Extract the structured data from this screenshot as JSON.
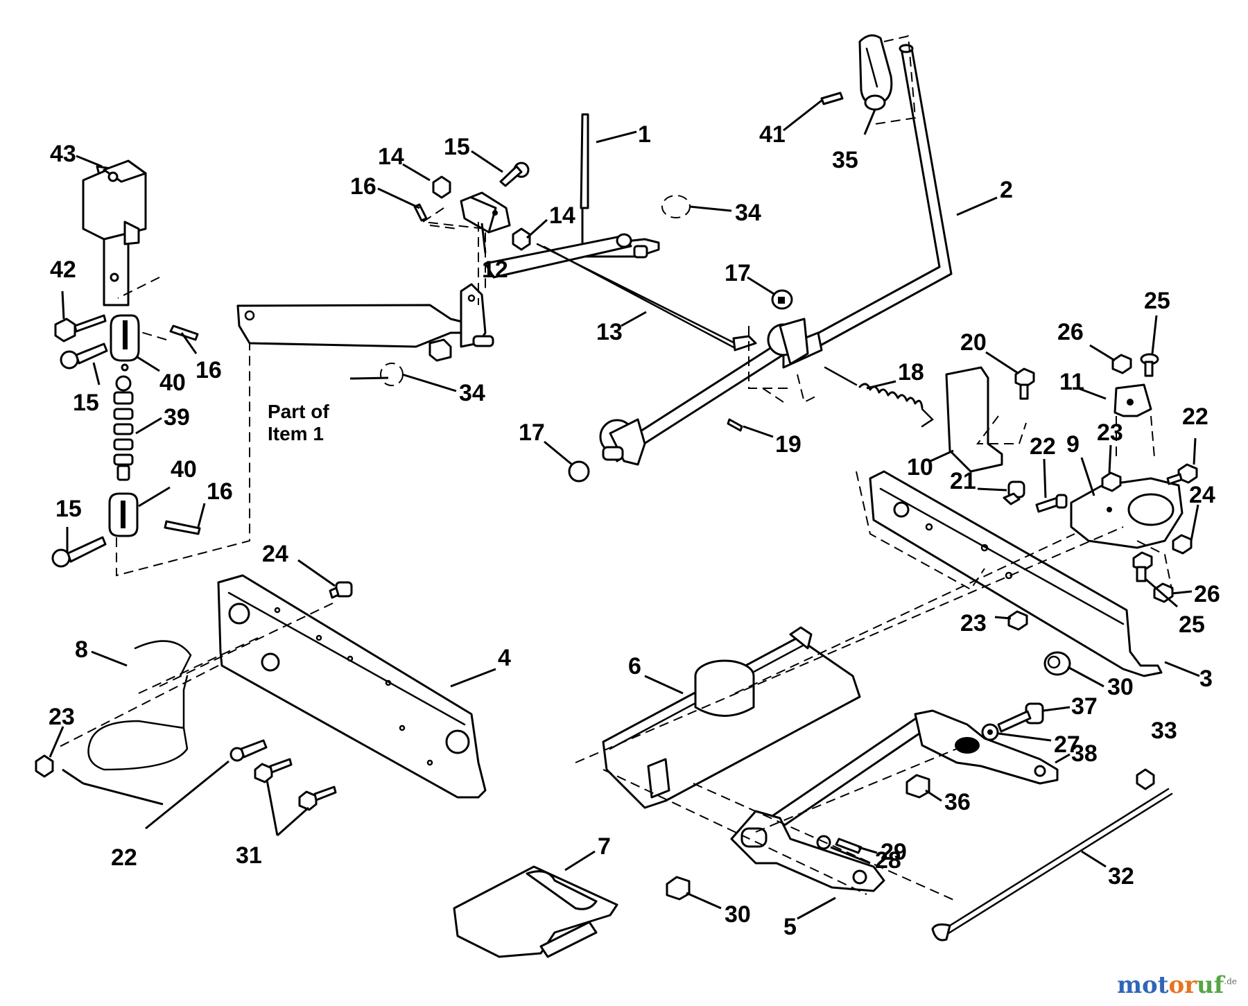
{
  "callouts": [
    {
      "id": "c1",
      "text": "1"
    },
    {
      "id": "c2",
      "text": "2"
    },
    {
      "id": "c3",
      "text": "3"
    },
    {
      "id": "c4",
      "text": "4"
    },
    {
      "id": "c5",
      "text": "5"
    },
    {
      "id": "c6",
      "text": "6"
    },
    {
      "id": "c7",
      "text": "7"
    },
    {
      "id": "c8",
      "text": "8"
    },
    {
      "id": "c9",
      "text": "9"
    },
    {
      "id": "c10",
      "text": "10"
    },
    {
      "id": "c11",
      "text": "11"
    },
    {
      "id": "c12",
      "text": "12"
    },
    {
      "id": "c13",
      "text": "13"
    },
    {
      "id": "c14a",
      "text": "14"
    },
    {
      "id": "c14b",
      "text": "14"
    },
    {
      "id": "c15a",
      "text": "15"
    },
    {
      "id": "c15b",
      "text": "15"
    },
    {
      "id": "c15c",
      "text": "15"
    },
    {
      "id": "c16a",
      "text": "16"
    },
    {
      "id": "c16b",
      "text": "16"
    },
    {
      "id": "c16c",
      "text": "16"
    },
    {
      "id": "c17a",
      "text": "17"
    },
    {
      "id": "c17b",
      "text": "17"
    },
    {
      "id": "c18",
      "text": "18"
    },
    {
      "id": "c19",
      "text": "19"
    },
    {
      "id": "c20",
      "text": "20"
    },
    {
      "id": "c21",
      "text": "21"
    },
    {
      "id": "c22a",
      "text": "22"
    },
    {
      "id": "c22b",
      "text": "22"
    },
    {
      "id": "c22c",
      "text": "22"
    },
    {
      "id": "c23a",
      "text": "23"
    },
    {
      "id": "c23b",
      "text": "23"
    },
    {
      "id": "c23c",
      "text": "23"
    },
    {
      "id": "c24a",
      "text": "24"
    },
    {
      "id": "c24b",
      "text": "24"
    },
    {
      "id": "c25a",
      "text": "25"
    },
    {
      "id": "c25b",
      "text": "25"
    },
    {
      "id": "c26a",
      "text": "26"
    },
    {
      "id": "c26b",
      "text": "26"
    },
    {
      "id": "c27",
      "text": "27"
    },
    {
      "id": "c28",
      "text": "28"
    },
    {
      "id": "c29",
      "text": "29"
    },
    {
      "id": "c30a",
      "text": "30"
    },
    {
      "id": "c30b",
      "text": "30"
    },
    {
      "id": "c31",
      "text": "31"
    },
    {
      "id": "c32",
      "text": "32"
    },
    {
      "id": "c33",
      "text": "33"
    },
    {
      "id": "c34a",
      "text": "34"
    },
    {
      "id": "c34b",
      "text": "34"
    },
    {
      "id": "c35",
      "text": "35"
    },
    {
      "id": "c36",
      "text": "36"
    },
    {
      "id": "c37",
      "text": "37"
    },
    {
      "id": "c38",
      "text": "38"
    },
    {
      "id": "c39",
      "text": "39"
    },
    {
      "id": "c40a",
      "text": "40"
    },
    {
      "id": "c40b",
      "text": "40"
    },
    {
      "id": "c41",
      "text": "41"
    },
    {
      "id": "c42",
      "text": "42"
    },
    {
      "id": "c43",
      "text": "43"
    }
  ],
  "note": {
    "line1": "Part of",
    "line2": "Item 1"
  },
  "watermark": {
    "part1": "mot",
    "part2": "or",
    "part3": "uf",
    "suffix": ".de",
    "colors": {
      "blue": "#2f66b8",
      "orange": "#e8731e",
      "green": "#55a642"
    }
  }
}
